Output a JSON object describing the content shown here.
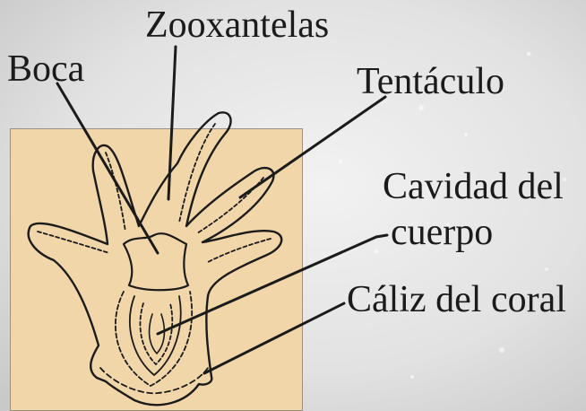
{
  "labels": {
    "zooxantelas": "Zooxantelas",
    "boca": "Boca",
    "tentaculo": "Tentáculo",
    "cavidad_line1": "Cavidad del",
    "cavidad_line2": "cuerpo",
    "caliz": "Cáliz del coral"
  },
  "colors": {
    "background": "#dcdcdc",
    "panel_fill": "#f0d6a8",
    "ink": "#1b1b1b"
  }
}
